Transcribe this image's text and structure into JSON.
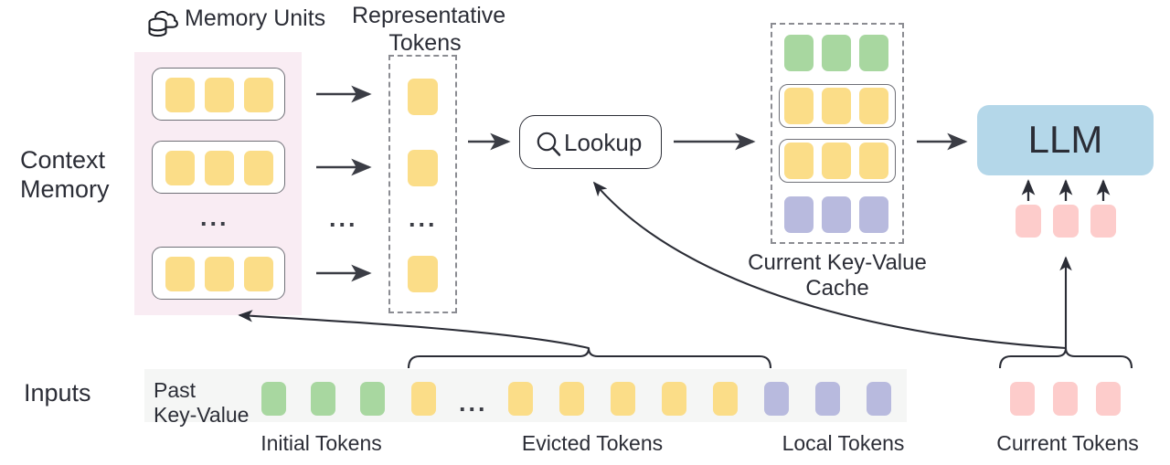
{
  "diagram": {
    "title_note": "Context memory with representative token lookup for LLM KV cache",
    "row_labels": {
      "context_memory": "Context\nMemory",
      "inputs": "Inputs"
    },
    "headers": {
      "memory_units": "Memory Units",
      "representative_tokens": "Representative\nTokens",
      "kv_cache_caption": "Current Key-Value\nCache"
    },
    "lookup": {
      "label": "Lookup",
      "icon": "search-icon"
    },
    "llm": {
      "label": "LLM",
      "color": "#b4d7e9"
    },
    "input_strip": {
      "past_kv_label": "Past\nKey-Value",
      "ellipsis": "...",
      "groups": [
        {
          "name": "Initial Tokens",
          "caption": "Initial Tokens",
          "color": "#a8d7a0",
          "count": 3
        },
        {
          "name": "Evicted Tokens",
          "caption": "Evicted Tokens",
          "color": "#fbdd88",
          "count": 6
        },
        {
          "name": "Local Tokens",
          "caption": "Local Tokens",
          "color": "#b8bade",
          "count": 3
        },
        {
          "name": "Current Tokens",
          "caption": "Current Tokens",
          "color": "#fdcccb",
          "count": 3
        }
      ]
    },
    "memory_units": {
      "count_shown": 3,
      "tokens_per_unit": 3,
      "token_color": "#fbdd88",
      "ellipsis": "...",
      "background": "#f9ecf3"
    },
    "representative_tokens": {
      "count_shown": 3,
      "token_color": "#fbdd88",
      "ellipsis": "..."
    },
    "kv_cache": {
      "rows": [
        {
          "name": "initial-tokens-row",
          "color": "#a8d7a0",
          "boxed": false,
          "count": 3
        },
        {
          "name": "retrieved-unit-row-1",
          "color": "#fbdd88",
          "boxed": true,
          "count": 3
        },
        {
          "name": "retrieved-unit-row-2",
          "color": "#fbdd88",
          "boxed": true,
          "count": 3
        },
        {
          "name": "local-tokens-row",
          "color": "#b8bade",
          "boxed": false,
          "count": 3
        }
      ]
    },
    "colors": {
      "yellow": "#fbdd88",
      "green": "#a8d7a0",
      "purple": "#b8bade",
      "pink": "#fdcccb",
      "llm_blue": "#b4d7e9",
      "memory_bg": "#f9ecf3",
      "inputs_bg": "#f5f6f5",
      "stroke": "#2b2d36"
    }
  }
}
